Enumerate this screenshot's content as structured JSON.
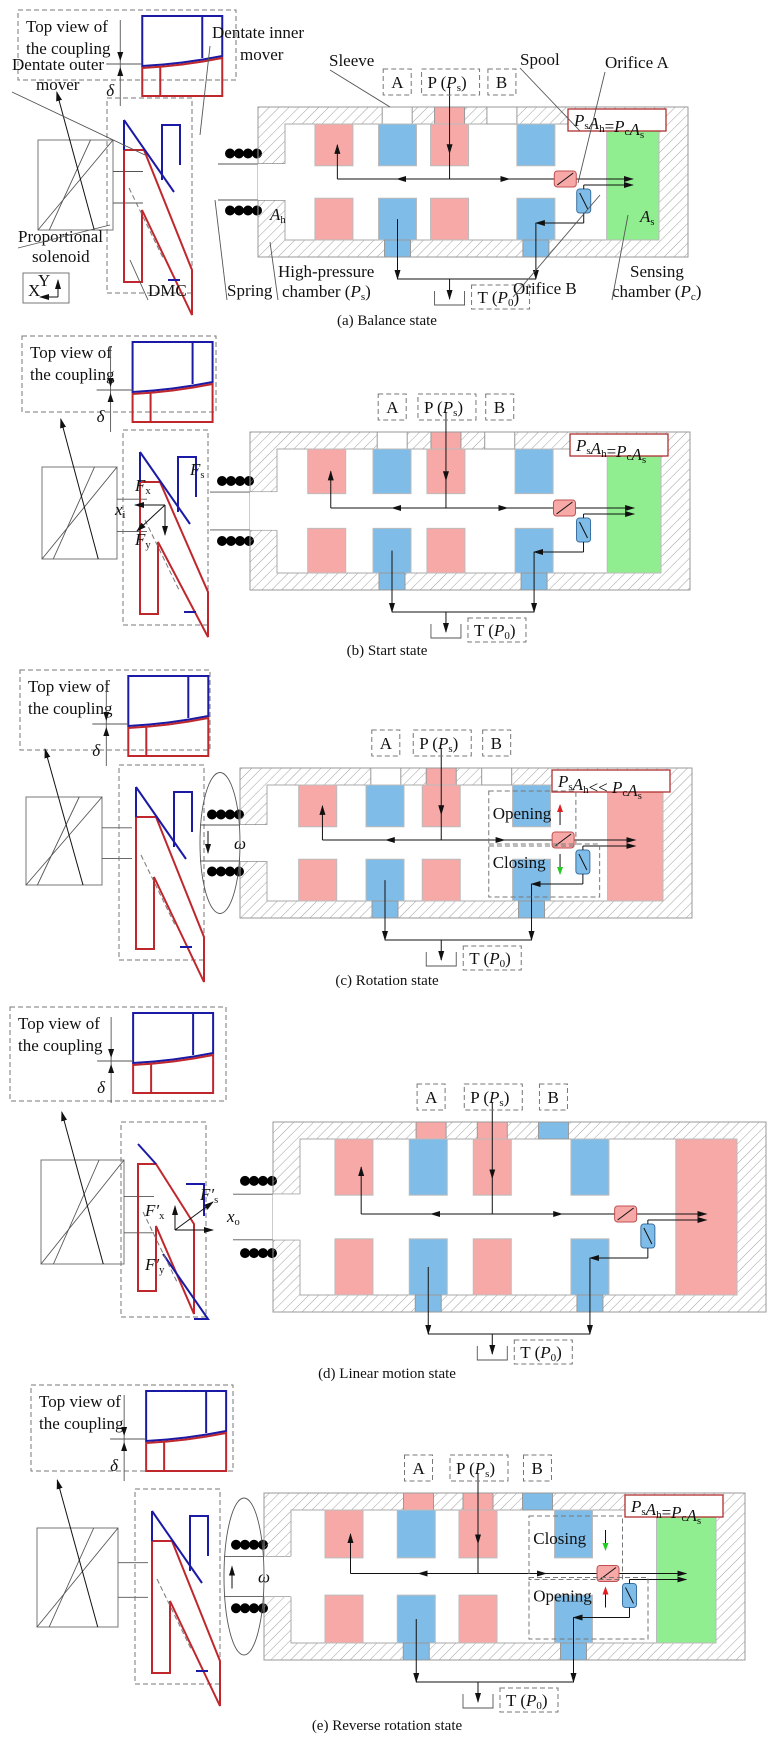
{
  "figure": {
    "colors": {
      "high_pressure": "#f7a9a8",
      "low_pressure": "#7fbde8",
      "sensing_balanced": "#90ee90",
      "outer_mover": "#c0272d",
      "inner_mover": "#1a1aa6",
      "open_arrow": "#e02020",
      "close_arrow": "#22cc22"
    },
    "common_labels": {
      "top_view": [
        "Top view of",
        "the coupling"
      ],
      "delta": "δ",
      "port_a": "A",
      "port_p": "P (",
      "port_p_sym": "P",
      "port_p_sub": "s",
      "port_b": "B",
      "tank": "T (",
      "tank_sym": "P",
      "tank_sub": "0",
      "omega": "ω"
    },
    "annotations_a": {
      "dentate_outer_mover": [
        "Dentate outer",
        "mover"
      ],
      "dentate_inner_mover": [
        "Dentate inner",
        "mover"
      ],
      "sleeve": "Sleeve",
      "spool": "Spool",
      "orifice_a": "Orifice A",
      "orifice_b": "Orifice B",
      "proportional_solenoid": [
        "Proportional",
        "solenoid"
      ],
      "dmc": "DMC",
      "spring": "Spring",
      "high_pressure_chamber": [
        "High-pressure",
        "chamber ("
      ],
      "sensing_chamber": [
        "Sensing",
        "chamber ("
      ],
      "ah": "A",
      "ah_sub": "h",
      "as": "A",
      "as_sub": "s",
      "axes": {
        "x": "X",
        "y": "Y"
      }
    },
    "equations": {
      "balance": "PₛAₕ=P꜀Aₛ",
      "rotation": "PₛAₕ<< P꜀Aₛ"
    },
    "forces_b": {
      "fx": "F",
      "fx_sub": "x",
      "fy": "F",
      "fy_sub": "y",
      "fs": "F",
      "fs_sub": "s",
      "xi": "x",
      "xi_sub": "i"
    },
    "forces_d": {
      "fx": "F′",
      "fx_sub": "x",
      "fy": "F′",
      "fy_sub": "y",
      "fs": "F′",
      "fs_sub": "s",
      "xo": "x",
      "xo_sub": "o"
    },
    "zone_labels": {
      "opening": "Opening",
      "closing": "Closing"
    },
    "panels": [
      {
        "id": "a",
        "caption": "(a)    Balance state",
        "equation": "P_sA_h=P_cA_s",
        "sensing": "balanced"
      },
      {
        "id": "b",
        "caption": "(b)    Start state",
        "equation": "P_sA_h=P_cA_s",
        "sensing": "balanced"
      },
      {
        "id": "c",
        "caption": "(c)    Rotation state",
        "equation": "P_sA_h<< P_cA_s",
        "sensing": "high"
      },
      {
        "id": "d",
        "caption": "(d)    Linear motion state",
        "equation": "",
        "sensing": "high"
      },
      {
        "id": "e",
        "caption": "(e)    Reverse rotation state",
        "equation": "P_sA_h=P_cA_s",
        "sensing": "balanced"
      }
    ]
  }
}
